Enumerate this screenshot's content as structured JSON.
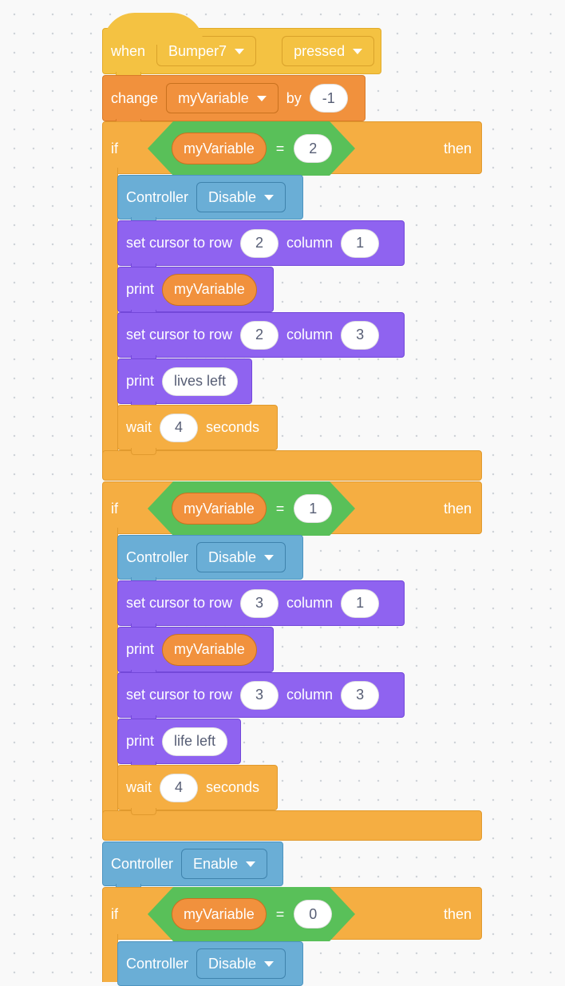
{
  "event": {
    "when": "when",
    "button": "Bumper7",
    "state": "pressed"
  },
  "change": {
    "label": "change",
    "variable": "myVariable",
    "by": "by",
    "value": "-1"
  },
  "if1": {
    "if": "if",
    "variable": "myVariable",
    "op": "=",
    "value": "2",
    "then": "then",
    "controller": {
      "label": "Controller",
      "mode": "Disable"
    },
    "cursor1": {
      "label": "set cursor to row",
      "row": "2",
      "column_label": "column",
      "column": "1"
    },
    "print1": {
      "label": "print",
      "variable": "myVariable"
    },
    "cursor2": {
      "label": "set cursor to row",
      "row": "2",
      "column_label": "column",
      "column": "3"
    },
    "print2": {
      "label": "print",
      "text": "lives left"
    },
    "wait": {
      "label": "wait",
      "value": "4",
      "unit": "seconds"
    }
  },
  "if2": {
    "if": "if",
    "variable": "myVariable",
    "op": "=",
    "value": "1",
    "then": "then",
    "controller": {
      "label": "Controller",
      "mode": "Disable"
    },
    "cursor1": {
      "label": "set cursor to row",
      "row": "3",
      "column_label": "column",
      "column": "1"
    },
    "print1": {
      "label": "print",
      "variable": "myVariable"
    },
    "cursor2": {
      "label": "set cursor to row",
      "row": "3",
      "column_label": "column",
      "column": "3"
    },
    "print2": {
      "label": "print",
      "text": "life left"
    },
    "wait": {
      "label": "wait",
      "value": "4",
      "unit": "seconds"
    }
  },
  "enable": {
    "label": "Controller",
    "mode": "Enable"
  },
  "if3": {
    "if": "if",
    "variable": "myVariable",
    "op": "=",
    "value": "0",
    "then": "then",
    "controller": {
      "label": "Controller",
      "mode": "Disable"
    }
  }
}
